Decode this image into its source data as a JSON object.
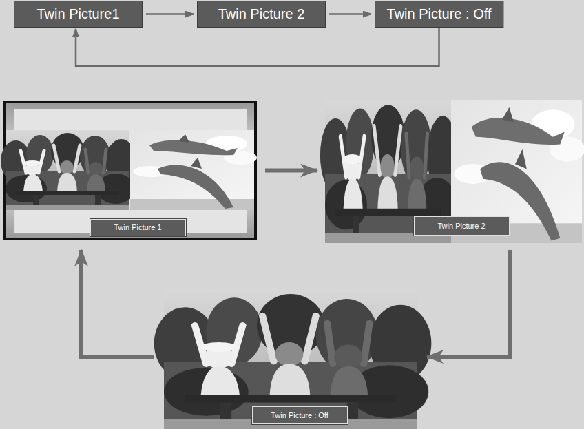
{
  "diagram": {
    "nodes": [
      {
        "text": [
          "Twin Picture1"
        ]
      },
      {
        "text": [
          "Twin Picture 2"
        ]
      },
      {
        "text": [
          "Twin Picture : Off"
        ]
      },
      {
        "text": [
          "Twin Picture 1"
        ]
      },
      {
        "text": [
          "Twin Picture 2"
        ]
      },
      {
        "text": [
          "Twin Picture : Off"
        ]
      }
    ],
    "edges": [
      {
        "from": 0,
        "to": 1,
        "arrow": "to"
      },
      {
        "from": 1,
        "to": 2,
        "arrow": "to"
      },
      {
        "from": 2,
        "to": 0,
        "arrow": "to"
      },
      {
        "from": 3,
        "to": 4,
        "arrow": "to"
      },
      {
        "from": 4,
        "to": 5,
        "arrow": "to"
      },
      {
        "from": 5,
        "to": 3,
        "arrow": "to"
      }
    ]
  }
}
